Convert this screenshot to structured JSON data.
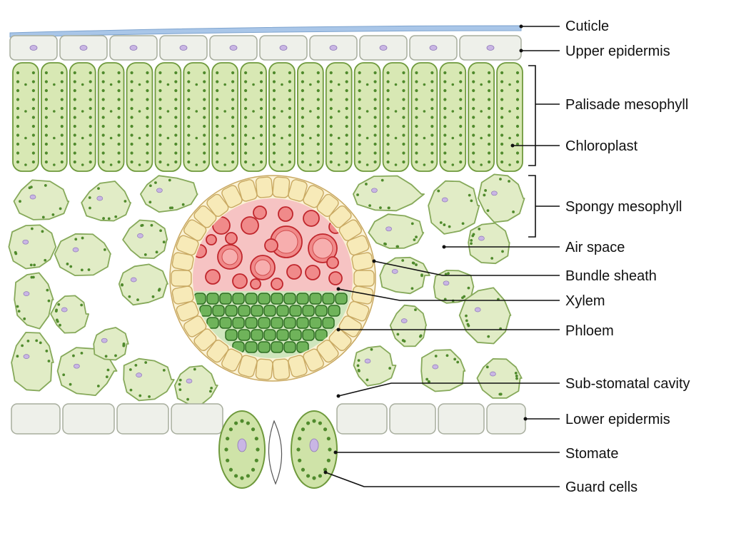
{
  "diagram": {
    "labels": {
      "cuticle": "Cuticle",
      "upper_epidermis": "Upper epidermis",
      "palisade_mesophyll": "Palisade mesophyll",
      "chloroplast": "Chloroplast",
      "spongy_mesophyll": "Spongy mesophyll",
      "air_space": "Air space",
      "bundle_sheath": "Bundle sheath",
      "xylem": "Xylem",
      "phloem": "Phloem",
      "sub_stomatal_cavity": "Sub-stomatal cavity",
      "lower_epidermis": "Lower epidermis",
      "stomate": "Stomate",
      "guard_cells": "Guard cells"
    },
    "colors": {
      "cuticle": "#a9c6e8",
      "epidermis_fill": "#eef0ea",
      "epidermis_stroke": "#a7ad9d",
      "nucleus": "#c9b6e4",
      "palisade_fill": "#d8e8b4",
      "palisade_stroke": "#6f9a3d",
      "chloroplast": "#4f8a2c",
      "spongy_fill": "#e1ecc6",
      "spongy_stroke": "#86a95a",
      "bundle_sheath_fill": "#f7eab8",
      "bundle_sheath_stroke": "#c9a962",
      "xylem_fill": "#f08a8a",
      "xylem_stroke": "#c0262c",
      "phloem_fill": "#6fb35a",
      "phloem_stroke": "#2f6e23",
      "guard_cell_fill": "#cfe3a8"
    }
  }
}
